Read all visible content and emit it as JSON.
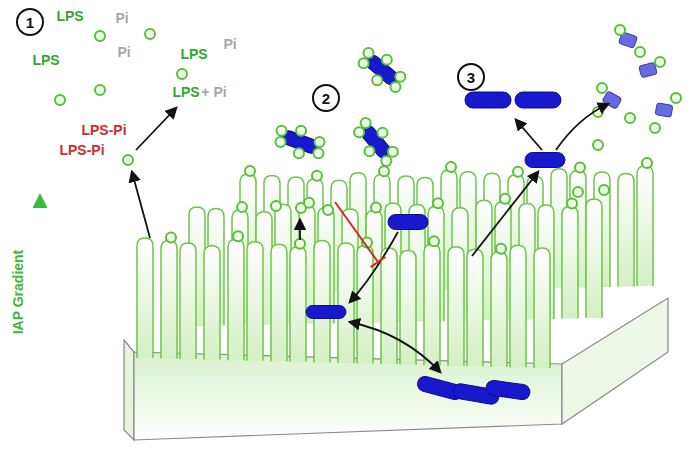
{
  "diagram": {
    "labels": [
      "1",
      "LPS",
      "Pi",
      "LPS",
      "Pi",
      "LPS",
      "Pi",
      "LPS",
      "+ Pi",
      "LPS-Pi",
      "LPS-Pi",
      "2",
      "3",
      "IAP Gradient"
    ]
  }
}
